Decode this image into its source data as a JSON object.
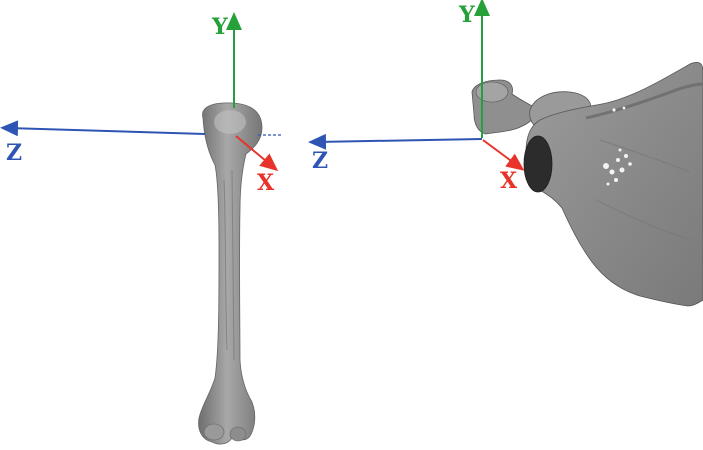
{
  "colors": {
    "x_axis": "#e8332a",
    "y_axis": "#25a03a",
    "z_axis": "#2f55b4",
    "bone_fill": "#8c8c8c",
    "bone_light": "#b9b9b9",
    "bone_dark": "#5a5a5a",
    "background": "#ffffff"
  },
  "left_panel": {
    "object": "humerus",
    "axes": {
      "x_label": "X",
      "y_label": "Y",
      "z_label": "Z"
    }
  },
  "right_panel": {
    "object": "scapula",
    "axes": {
      "x_label": "X",
      "y_label": "Y",
      "z_label": "Z"
    }
  }
}
